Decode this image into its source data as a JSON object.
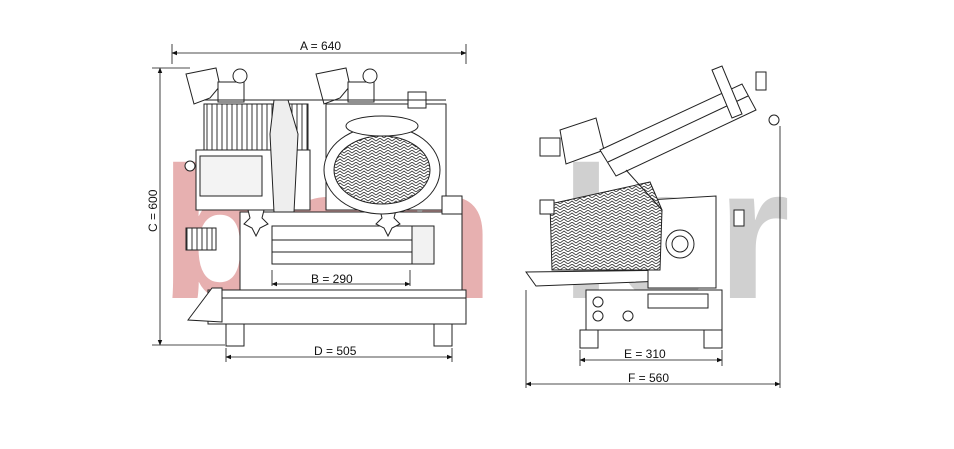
{
  "watermark": {
    "text_left": "ben",
    "text_right": "ler",
    "color_left": "#d98a8a",
    "color_right": "#bdbdbd"
  },
  "dimensions": {
    "A": "A = 640",
    "B": "B = 290",
    "C": "C = 600",
    "D": "D = 505",
    "E": "E = 310",
    "F": "F = 560"
  },
  "colors": {
    "line": "#222222",
    "hatch": "#444444",
    "machine_fill": "#ffffff",
    "shade": "#cfcfcf"
  },
  "views": {
    "front": "front-view",
    "side": "side-view"
  }
}
